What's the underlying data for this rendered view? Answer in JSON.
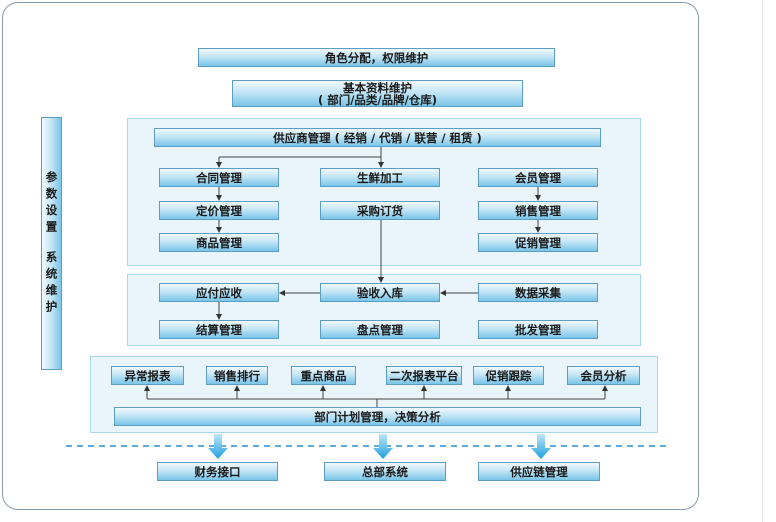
{
  "top": {
    "roles": "角色分配，权限维护",
    "basic_line1": "基本资料维护",
    "basic_line2": "( 部门/品类/品牌/仓库)"
  },
  "side": {
    "part1": "参数设置",
    "part2": "系统维护"
  },
  "supplier": "供应商管理 ( 经销 / 代销 / 联营 / 租赁 )",
  "panel1": {
    "left": [
      "合同管理",
      "定价管理",
      "商品管理"
    ],
    "mid": [
      "生鲜加工",
      "采购订货"
    ],
    "right": [
      "会员管理",
      "销售管理",
      "促销管理"
    ]
  },
  "panel2": {
    "row1": [
      "应付应收",
      "验收入库",
      "数据采集"
    ],
    "row2": [
      "结算管理",
      "盘点管理",
      "批发管理"
    ]
  },
  "panel3": {
    "reports": [
      "异常报表",
      "销售排行",
      "重点商品",
      "二次报表平台",
      "促销跟踪",
      "会员分析"
    ],
    "planning": "部门计划管理，决策分析"
  },
  "outputs": [
    "财务接口",
    "总部系统",
    "供应链管理"
  ],
  "colors": {
    "box_border": "#5d9dc2",
    "panel_bg": "#e9f4fb",
    "arrow_blue": "#2aa6e0",
    "dash": "#2a8fd0"
  }
}
